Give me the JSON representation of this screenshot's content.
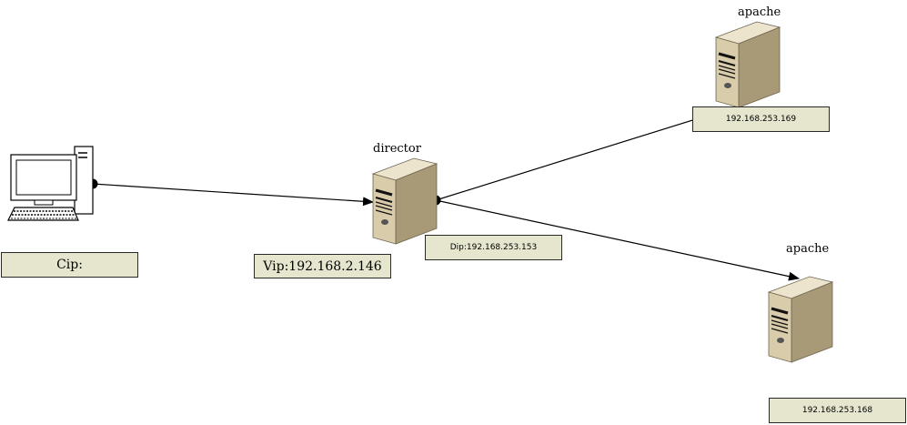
{
  "nodes": {
    "client": {
      "label": "Cip:"
    },
    "director": {
      "title": "director",
      "vip": "Vip:192.168.2.146",
      "dip": "Dip:192.168.253.153"
    },
    "apache_top": {
      "title": "apache",
      "ip": "192.168.253.169"
    },
    "apache_bottom": {
      "title": "apache",
      "ip": "192.168.253.168"
    }
  },
  "colors": {
    "box_fill": "#e6e6cf",
    "box_border": "#2a2a2a",
    "server_front": "#d9ccaa",
    "server_side": "#a89a76",
    "server_top": "#ece4cc",
    "line": "#000000"
  },
  "icons": [
    "desktop-computer-icon",
    "server-icon",
    "server-icon",
    "server-icon"
  ]
}
